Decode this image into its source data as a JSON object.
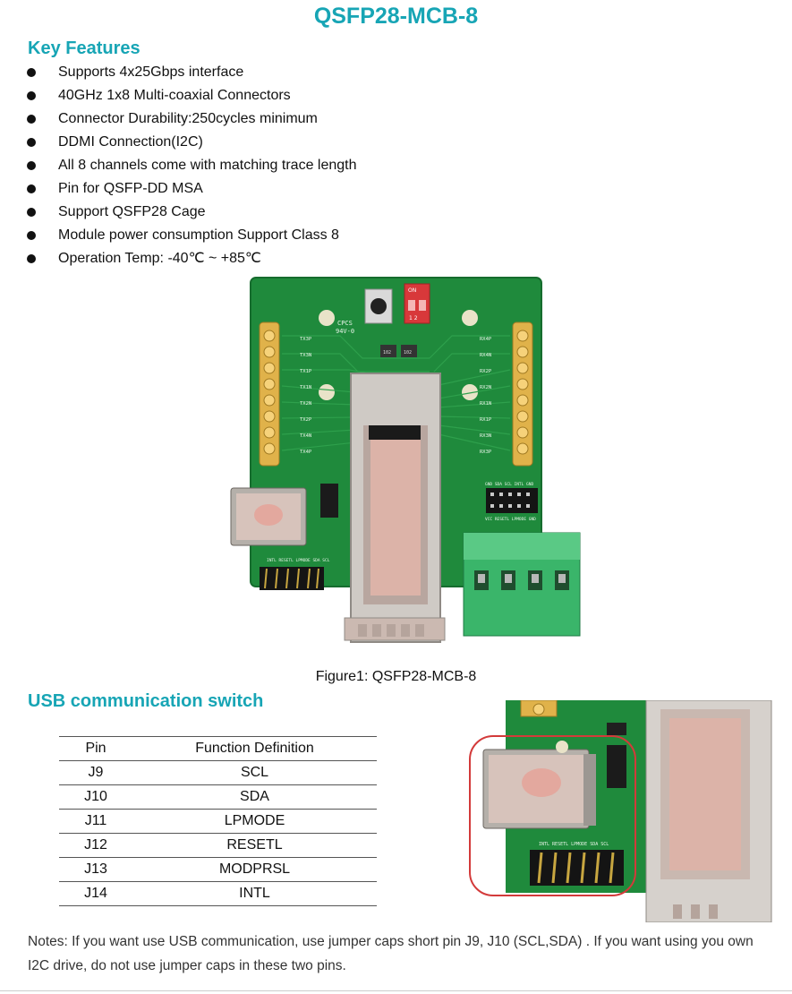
{
  "title": "QSFP28-MCB-8",
  "key_features": {
    "heading": "Key Features",
    "items": [
      "Supports 4x25Gbps interface",
      "40GHz 1x8 Multi-coaxial Connectors",
      "Connector Durability:250cycles minimum",
      "DDMI Connection(I2C)",
      "All 8 channels come with matching trace length",
      "Pin for QSFP-DD MSA",
      "Support QSFP28 Cage",
      "Module power consumption Support Class 8",
      "Operation Temp: -40℃  ~ +85℃"
    ]
  },
  "figure": {
    "caption": "Figure1: QSFP28-MCB-8",
    "board_labels": {
      "cpcs": "CPCS",
      "v0": "94V-0",
      "on": "ON",
      "sw_nums": "1 2",
      "tx": [
        "TX3P",
        "TX3N",
        "TX1P",
        "TX1N",
        "TX2N",
        "TX2P",
        "TX4N",
        "TX4P"
      ],
      "rx": [
        "RX4P",
        "RX4N",
        "RX2P",
        "RX2N",
        "RX1N",
        "RX1P",
        "RX3N",
        "RX3P"
      ],
      "cap_102": "102",
      "j7_top": "GND SDA SCL INTL GND",
      "j7_bottom": "VCC RESETL LPMODE GND",
      "j6_pins": "INTL RESETL LPMODE SDA SCL"
    }
  },
  "usb_switch": {
    "heading": "USB communication switch",
    "table": {
      "headers": [
        "Pin",
        "Function Definition"
      ],
      "rows": [
        [
          "J9",
          "SCL"
        ],
        [
          "J10",
          "SDA"
        ],
        [
          "J11",
          "LPMODE"
        ],
        [
          "J12",
          "RESETL"
        ],
        [
          "J13",
          "MODPRSL"
        ],
        [
          "J14",
          "INTL"
        ]
      ]
    },
    "photo_labels": {
      "j6_pins": "INTL RESETL LPMODE SDA SCL"
    }
  },
  "notes": "Notes: If you want use USB communication, use jumper caps short pin J9, J10 (SCL,SDA) . If you want using you own I2C drive, do not use jumper caps in these two pins.",
  "colors": {
    "accent": "#17a5b5",
    "pcb_green": "#1f8a3c",
    "terminal_green": "#3ab56a",
    "highlight_circle": "#d33a3a"
  }
}
